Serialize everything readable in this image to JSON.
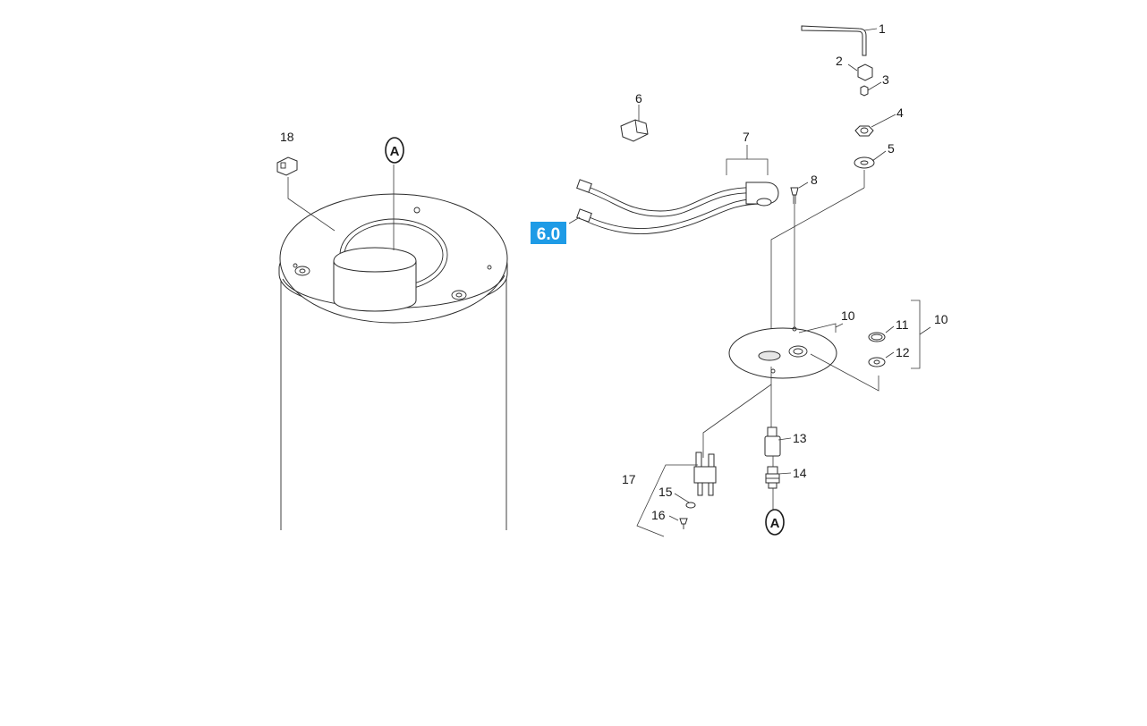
{
  "labels": {
    "p1": "1",
    "p2": "2",
    "p3": "3",
    "p4": "4",
    "p5": "5",
    "p6": "6",
    "p7": "7",
    "p8": "8",
    "p10a": "10",
    "p10b": "10",
    "p11": "11",
    "p12": "12",
    "p13": "13",
    "p14": "14",
    "p15": "15",
    "p16": "16",
    "p17": "17",
    "p18": "18"
  },
  "markers": {
    "top": "A",
    "bottom": "A"
  },
  "reference": {
    "label": "6.0",
    "color": "#1e9be6"
  }
}
